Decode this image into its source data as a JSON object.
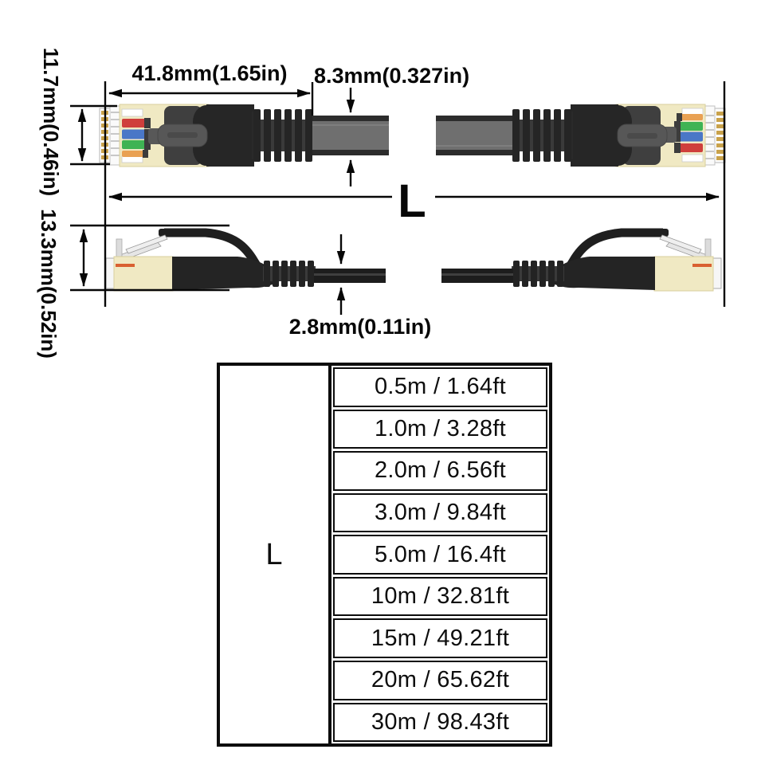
{
  "product_diagram": {
    "dim_connector_length": "41.8mm(1.65in)",
    "dim_cable_width": "8.3mm(0.327in)",
    "dim_plug_height_top_view": "11.7mm(0.46in)",
    "dim_plug_height_side_view": "13.3mm(0.52in)",
    "dim_cable_thickness": "2.8mm(0.11in)",
    "length_symbol": "L"
  },
  "length_table": {
    "symbol": "L",
    "rows": [
      "0.5m / 1.64ft",
      "1.0m / 3.28ft",
      "2.0m / 6.56ft",
      "3.0m / 9.84ft",
      "5.0m / 16.4ft",
      "10m / 32.81ft",
      "15m / 49.21ft",
      "20m / 65.62ft",
      "30m / 98.43ft"
    ]
  },
  "colors": {
    "line_black": "#070707",
    "connector_cream": "#f0e9c3",
    "boot_black": "#242424",
    "flat_cable_gray": "#6f6f6f",
    "wire_red": "#cf3f3c",
    "wire_blue": "#4a77c7",
    "wire_green": "#3fb354",
    "wire_orange": "#e9a153",
    "pin_gold": "#c9a24b"
  }
}
